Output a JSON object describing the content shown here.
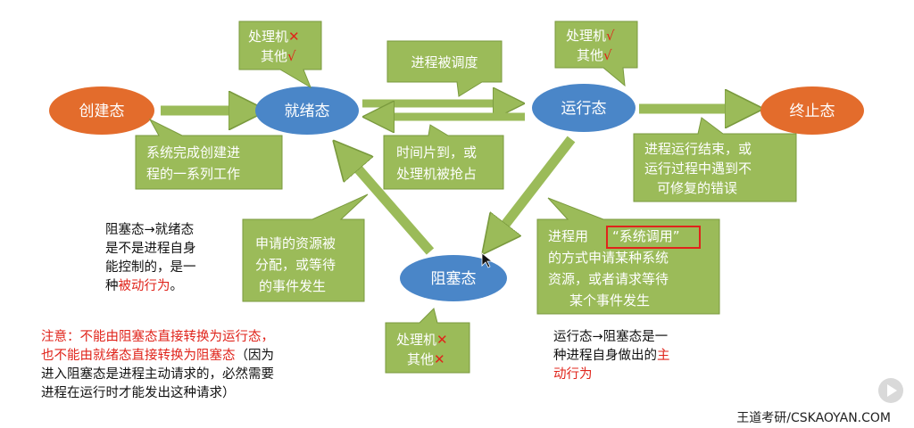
{
  "nodes": {
    "create": "创建态",
    "ready": "就绪态",
    "running": "运行态",
    "terminated": "终止态",
    "blocked": "阻塞态"
  },
  "callouts": {
    "ready_resources": [
      "处理机",
      "其他"
    ],
    "running_resources": [
      "处理机",
      "其他"
    ],
    "blocked_resources": [
      "处理机",
      "其他"
    ],
    "scheduled": "进程被调度",
    "create_work": [
      "系统完成创建进",
      "程的一系列工作"
    ],
    "timeslice": [
      "时间片到，或",
      "处理机被抢占"
    ],
    "terminate": [
      "进程运行结束，或",
      "运行过程中遇到不",
      "可修复的错误"
    ],
    "resource_alloc": [
      "申请的资源被",
      "分配，或等待",
      "的事件发生"
    ],
    "syscall_prefix": "进程用",
    "syscall_highlight": "“系统调用”",
    "syscall_rest": [
      "的方式申请某种系统",
      "资源，或者请求等待",
      "某个事件发生"
    ]
  },
  "marks": {
    "yes": "√",
    "no": "✕"
  },
  "notes": {
    "blocked_to_ready": {
      "l1": "阻塞态→就绪态",
      "l2": "是不是进程自身",
      "l3": "能控制的，是一",
      "l4_prefix": "种",
      "l4_red": "被动行为",
      "l4_suffix": "。"
    },
    "warning": {
      "l1": "注意：不能由阻塞态直接转换为运行态，",
      "l2_red": "也不能由就绪态直接转换为阻塞态",
      "l2_rest": "（因为",
      "l3": "进入阻塞态是进程主动请求的，必然需要",
      "l4": "进程在运行时才能发出这种请求）"
    },
    "running_to_blocked": {
      "l1": "运行态→阻塞态是一",
      "l2_prefix": "种进程自身做出的",
      "l2_red": "主",
      "l3_red": "动行为"
    }
  },
  "footer": "王道考研/CSKAOYAN.COM",
  "colors": {
    "create_node": "#e36c2c",
    "terminated_node": "#e36c2c",
    "blue_node": "#4a86c8",
    "callout_fill": "#9bbb59",
    "callout_border": "#7a9a3e",
    "arrow_fill": "#9bbb59",
    "red": "#e0241b"
  }
}
